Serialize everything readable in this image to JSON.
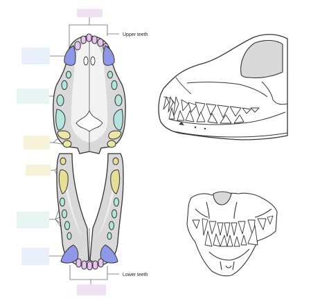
{
  "labels": {
    "upper": "Upper teeth",
    "lower": "Lower teeth"
  },
  "colors": {
    "incisor": "#e7c3ef",
    "canine": "#8f98e6",
    "premolar": "#b3e5de",
    "molar": "#eee6a6",
    "molar_lower": "#e6dd96",
    "bone": "#d9d9d9",
    "outline": "#333333",
    "blank_incisor": "#f0e1f5",
    "blank_canine": "#eaf0fb",
    "blank_premolar": "#e7f5f3",
    "blank_molar": "#f6f3d8"
  },
  "blanks": {
    "top": "incisor",
    "left": [
      "canine",
      "premolar",
      "molar",
      "molar",
      "premolar",
      "canine"
    ],
    "bottom": "incisor"
  }
}
